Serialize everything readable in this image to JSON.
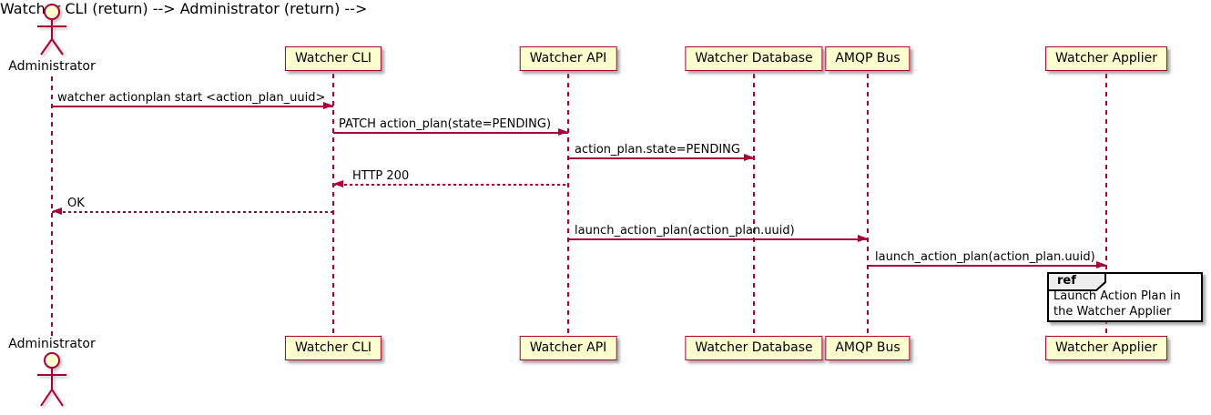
{
  "diagram": {
    "type": "sequence",
    "participants": [
      {
        "name": "Administrator",
        "kind": "actor"
      },
      {
        "name": "Watcher CLI",
        "kind": "participant"
      },
      {
        "name": "Watcher API",
        "kind": "participant"
      },
      {
        "name": "Watcher Database",
        "kind": "participant"
      },
      {
        "name": "AMQP Bus",
        "kind": "participant"
      },
      {
        "name": "Watcher Applier",
        "kind": "participant"
      }
    ],
    "messages": [
      {
        "from": "Administrator",
        "to": "Watcher CLI",
        "label": "watcher actionplan start <action_plan_uuid>",
        "style": "solid"
      },
      {
        "from": "Watcher CLI",
        "to": "Watcher API",
        "label": "PATCH action_plan(state=PENDING)",
        "style": "solid"
      },
      {
        "from": "Watcher API",
        "to": "Watcher Database",
        "label": "action_plan.state=PENDING",
        "style": "solid"
      },
      {
        "from": "Watcher API",
        "to": "Watcher CLI",
        "label": "HTTP 200",
        "style": "dashed"
      },
      {
        "from": "Watcher CLI",
        "to": "Administrator",
        "label": "OK",
        "style": "dashed"
      },
      {
        "from": "Watcher API",
        "to": "AMQP Bus",
        "label": "launch_action_plan(action_plan.uuid)",
        "style": "solid"
      },
      {
        "from": "AMQP Bus",
        "to": "Watcher Applier",
        "label": "launch_action_plan(action_plan.uuid)",
        "style": "solid"
      }
    ],
    "ref": {
      "keyword": "ref",
      "text": "Launch Action Plan in the Watcher Applier",
      "over": "Watcher Applier"
    },
    "colors": {
      "line": "#A80036",
      "participant_fill": "#FEFECE",
      "participant_border": "#A80036",
      "text": "#000000",
      "ref_border": "#000000",
      "ref_tab_fill": "#EEEEEE",
      "background": "#FFFFFF"
    }
  }
}
